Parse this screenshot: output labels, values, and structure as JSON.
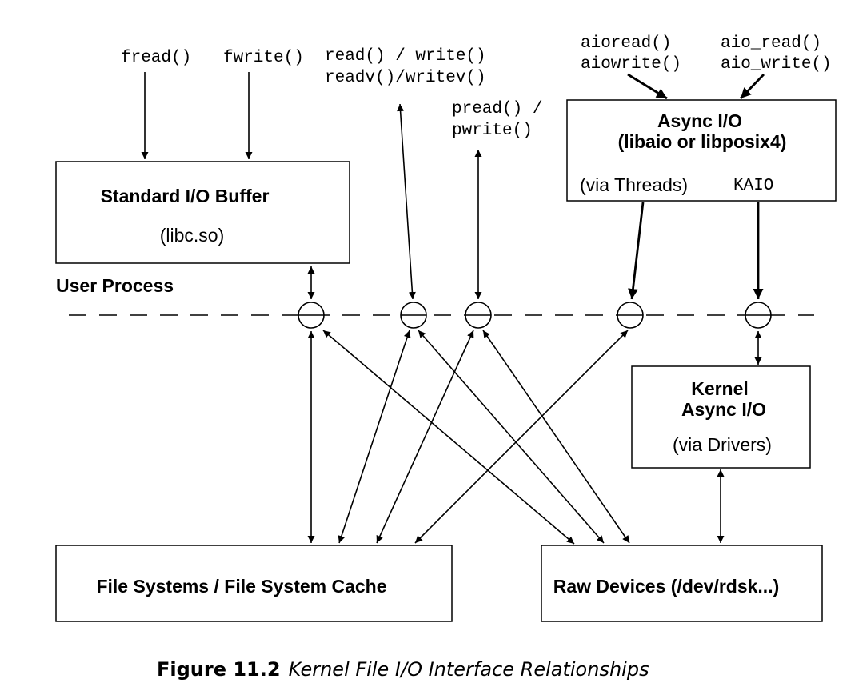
{
  "calls": {
    "fread": "fread()",
    "fwrite": "fwrite()",
    "read_write": "read() / write()",
    "readv_writev": "readv()/writev()",
    "pread": "pread() /",
    "pwrite": "pwrite()",
    "aioread": "aioread()",
    "aiowrite": "aiowrite()",
    "aio_read": "aio_read()",
    "aio_write": "aio_write()"
  },
  "boxes": {
    "stdio": {
      "title": "Standard I/O Buffer",
      "subtitle": "(libc.so)"
    },
    "async": {
      "title_line1": "Async I/O",
      "title_line2": "(libaio or libposix4)",
      "threads": "(via Threads)",
      "kaio": "KAIO"
    },
    "kernel_async": {
      "title_line1": "Kernel",
      "title_line2": "Async I/O",
      "subtitle": "(via Drivers)"
    },
    "filesystems": {
      "label": "File Systems / File System Cache"
    },
    "raw_devices": {
      "label": "Raw Devices (/dev/rdsk...)"
    }
  },
  "user_process_label": "User Process",
  "caption": {
    "figure": "Figure 11.2",
    "text": "Kernel File I/O Interface Relationships"
  }
}
